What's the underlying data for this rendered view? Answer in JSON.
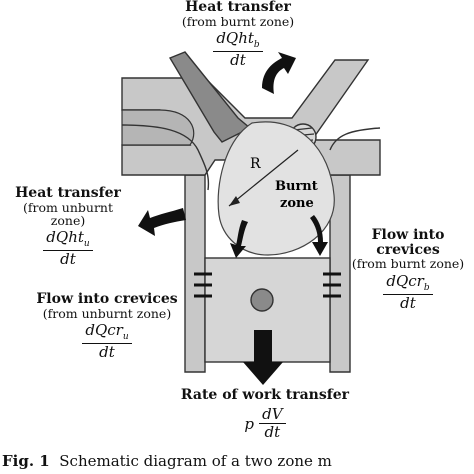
{
  "labels": {
    "ht_burnt": {
      "title": "Heat transfer",
      "sub": "(from burnt zone)",
      "num": "dQht",
      "num_sub": "b",
      "den": "dt"
    },
    "ht_unburnt": {
      "title": "Heat transfer",
      "sub": "(from unburnt zone)",
      "num": "dQht",
      "num_sub": "u",
      "den": "dt"
    },
    "cr_burnt": {
      "title": "Flow into crevices",
      "sub": "(from burnt zone)",
      "num": "dQcr",
      "num_sub": "b",
      "den": "dt"
    },
    "cr_unburnt": {
      "title": "Flow into crevices",
      "sub": "(from unburnt zone)",
      "num": "dQcr",
      "num_sub": "u",
      "den": "dt"
    },
    "work": {
      "title": "Rate of work transfer",
      "prefix": "p",
      "num": "dV",
      "den": "dt"
    }
  },
  "zone_label_line1": "Burnt",
  "zone_label_line2": "zone",
  "radius_label": "R",
  "caption": {
    "prefix": "Fig. 1",
    "text": "Schematic diagram of a two zone m"
  },
  "colors": {
    "engine": "#c8c8c8",
    "burnt_zone": "#e2e2e2",
    "stroke": "#333333",
    "arrow": "#111111"
  }
}
